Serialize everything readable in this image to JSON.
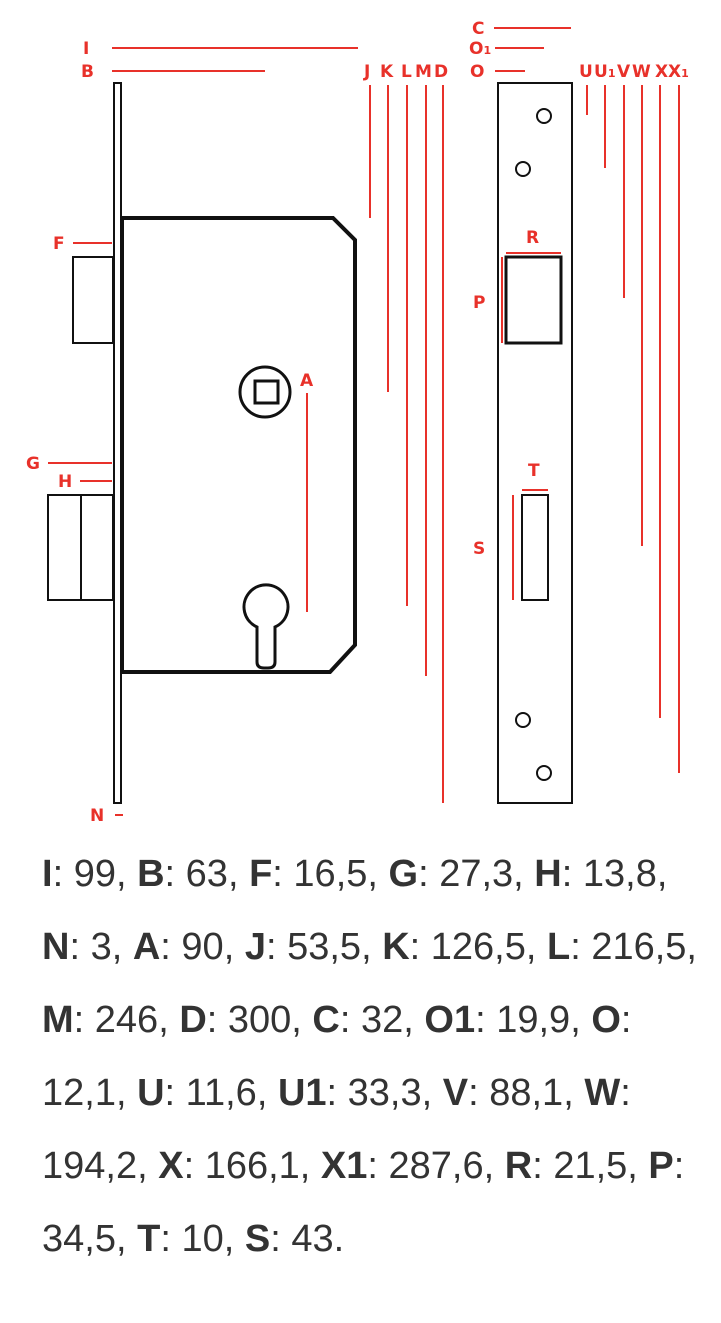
{
  "labels": {
    "I": "I",
    "B": "B",
    "F": "F",
    "G": "G",
    "H": "H",
    "N": "N",
    "A": "A",
    "J": "J",
    "K": "K",
    "L": "L",
    "M": "M",
    "D": "D",
    "C": "C",
    "O1": "O",
    "O1_sub": "1",
    "O": "O",
    "R": "R",
    "P": "P",
    "T": "T",
    "S": "S",
    "U": "U",
    "U1": "U",
    "U1_sub": "1",
    "V": "V",
    "W": "W",
    "X": "X",
    "X1": "X",
    "X1_sub": "1"
  },
  "colors": {
    "dimension": "#e8312a",
    "outline": "#111111",
    "text": "#333333"
  },
  "specs": [
    {
      "key": "I",
      "value": "99"
    },
    {
      "key": "B",
      "value": "63"
    },
    {
      "key": "F",
      "value": "16,5"
    },
    {
      "key": "G",
      "value": "27,3"
    },
    {
      "key": "H",
      "value": "13,8"
    },
    {
      "key": "N",
      "value": "3"
    },
    {
      "key": "A",
      "value": "90"
    },
    {
      "key": "J",
      "value": "53,5"
    },
    {
      "key": "K",
      "value": "126,5"
    },
    {
      "key": "L",
      "value": "216,5"
    },
    {
      "key": "M",
      "value": "246"
    },
    {
      "key": "D",
      "value": "300"
    },
    {
      "key": "C",
      "value": "32"
    },
    {
      "key": "O1",
      "value": "19,9"
    },
    {
      "key": "O",
      "value": "12,1"
    },
    {
      "key": "U",
      "value": "11,6"
    },
    {
      "key": "U1",
      "value": "33,3"
    },
    {
      "key": "V",
      "value": "88,1"
    },
    {
      "key": "W",
      "value": "194,2"
    },
    {
      "key": "X",
      "value": "166,1"
    },
    {
      "key": "X1",
      "value": "287,6"
    },
    {
      "key": "R",
      "value": "21,5"
    },
    {
      "key": "P",
      "value": "34,5"
    },
    {
      "key": "T",
      "value": "10"
    },
    {
      "key": "S",
      "value": "43"
    }
  ]
}
